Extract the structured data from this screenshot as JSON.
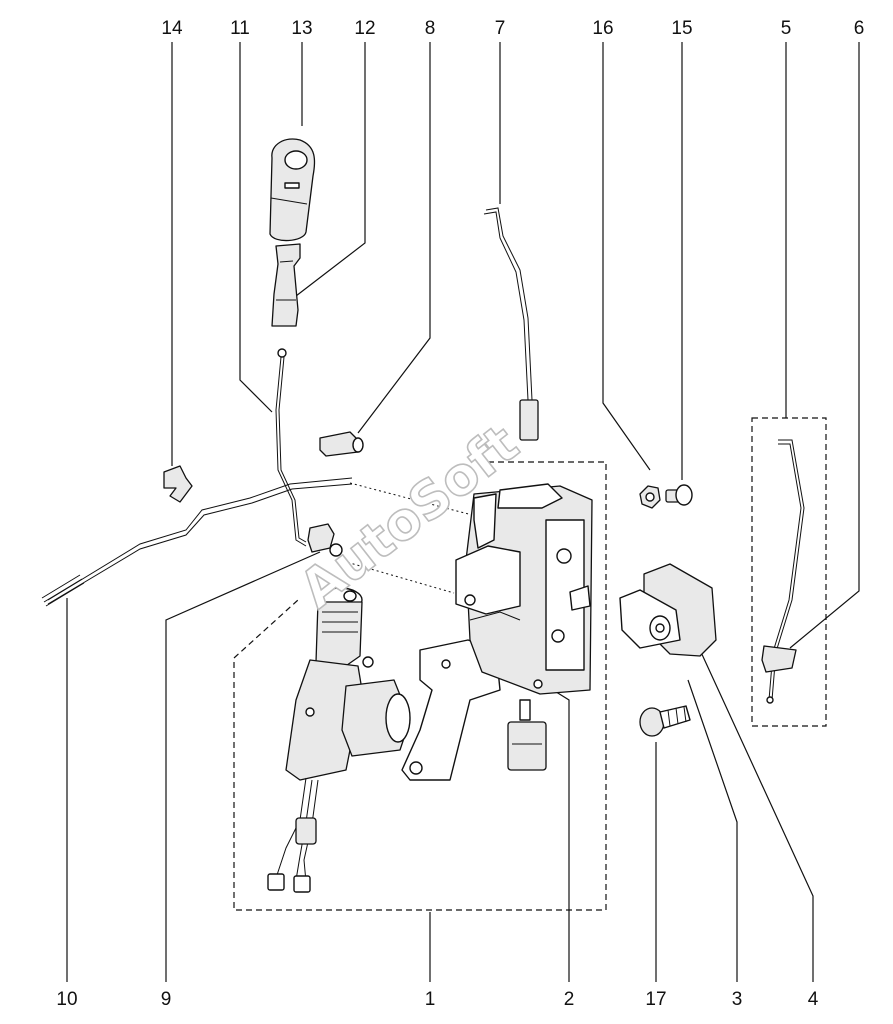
{
  "watermark": "AutoSoft",
  "callouts": {
    "c14": "14",
    "c11": "11",
    "c13": "13",
    "c12": "12",
    "c8": "8",
    "c7": "7",
    "c16": "16",
    "c15": "15",
    "c5": "5",
    "c6": "6",
    "c10": "10",
    "c9": "9",
    "c1": "1",
    "c2": "2",
    "c17": "17",
    "c3": "3",
    "c4": "4"
  }
}
